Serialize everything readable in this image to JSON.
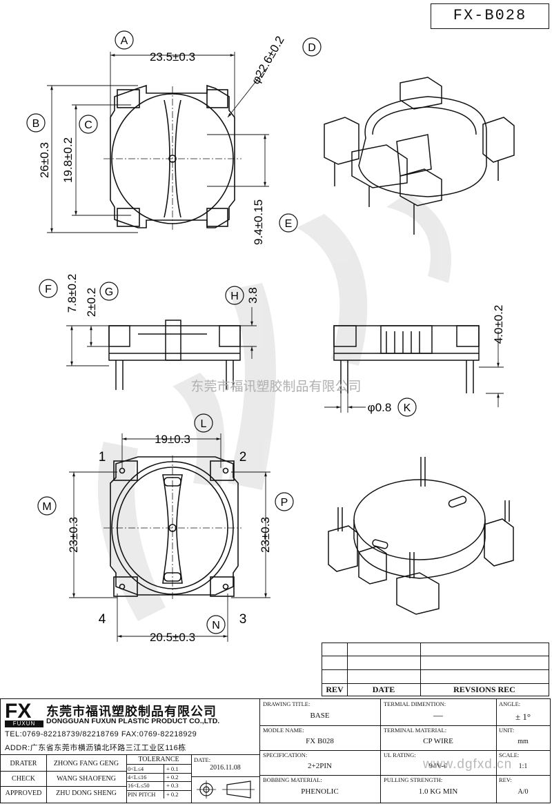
{
  "drawing_number": "FX-B028",
  "balloons": [
    "A",
    "B",
    "C",
    "D",
    "E",
    "F",
    "G",
    "H",
    "K",
    "L",
    "M",
    "N",
    "P"
  ],
  "dimensions": {
    "A": "23.5±0.3",
    "B": "26±0.3",
    "C": "19.8±0.2",
    "D": "φ22.6±0.2",
    "E": "9.4±0.15",
    "F": "7.8±0.2",
    "G": "2±0.2",
    "H": "3.8",
    "side_height": "4.0±0.2",
    "K": "φ0.8",
    "L": "19±0.3",
    "M": "23±0.3",
    "P": "23±0.3",
    "N": "20.5±0.3"
  },
  "pin_numbers": [
    "1",
    "2",
    "3",
    "4"
  ],
  "watermark_text": "东莞市福讯塑胶制品有限公司",
  "revision_table": {
    "col_rev": "REV",
    "col_date": "DATE",
    "col_rec": "REVSIONS REC"
  },
  "company": {
    "logo": "FX",
    "logo_sub": "FUXUN",
    "name_cn": "东莞市福讯塑胶制品有限公司",
    "name_en": "DONGGUAN FUXUN PLASTIC PRODUCT CO.,LTD.",
    "tel": "TEL:0769-82218739/82218769 FAX:0769-82218929",
    "addr": "ADDR:广东省东莞市横沥镇北环路三江工业区116栋"
  },
  "approvals": [
    {
      "role": "DRATER",
      "name": "ZHONG FANG GENG"
    },
    {
      "role": "CHECK",
      "name": "WANG SHAOFENG"
    },
    {
      "role": "APPROVED",
      "name": "ZHU DONG SHENG"
    }
  ],
  "tolerance": {
    "header": "TOLERANCE",
    "rows": [
      {
        "range": "0<L≤4",
        "tol": "+ 0.1"
      },
      {
        "range": "4<L≤16",
        "tol": "+ 0.2"
      },
      {
        "range": "16<L≤50",
        "tol": "+ 0.3"
      },
      {
        "range": "PIN PITCH",
        "tol": "+ 0.2"
      }
    ]
  },
  "date_label": "DATE:",
  "date_value": "2016.11.08",
  "fields": {
    "drawing_title_label": "DRAWING TITLE:",
    "drawing_title": "BASE",
    "terminal_dimension_label": "TERMIAL DIMENTION:",
    "terminal_dimension": "—",
    "angle_label": "ANGLE:",
    "angle": "± 1°",
    "model_label": "MODLE NAME:",
    "model": "FX B028",
    "terminal_material_label": "TERMINAL MATERIAL:",
    "terminal_material": "CP WIRE",
    "unit_label": "UNIT:",
    "unit": "mm",
    "spec_label": "SPECIFICATION:",
    "spec": "2+2PIN",
    "ul_label": "UL RATING:",
    "ul": "94V-0",
    "scale_label": "SCALE:",
    "scale": "1:1",
    "bobbing_label": "BOBBING MATERIAL:",
    "bobbing": "PHENOLIC",
    "pulling_label": "PULLING STRENGTH:",
    "pulling": "1.0 KG MIN",
    "rev_label": "REV:",
    "rev": "A/0"
  },
  "website_watermark": "www.dgfxd.cn"
}
